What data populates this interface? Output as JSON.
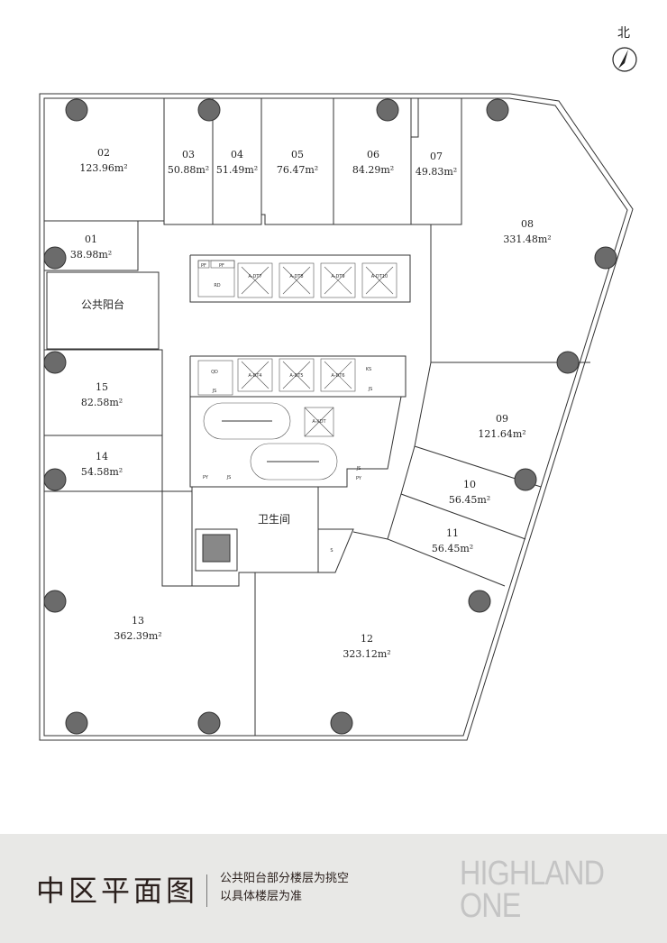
{
  "compass": {
    "label": "北"
  },
  "units": [
    {
      "id": "01",
      "area": "38.98m²"
    },
    {
      "id": "02",
      "area": "123.96m²"
    },
    {
      "id": "03",
      "area": "50.88m²"
    },
    {
      "id": "04",
      "area": "51.49m²"
    },
    {
      "id": "05",
      "area": "76.47m²"
    },
    {
      "id": "06",
      "area": "84.29m²"
    },
    {
      "id": "07",
      "area": "49.83m²"
    },
    {
      "id": "08",
      "area": "331.48m²"
    },
    {
      "id": "09",
      "area": "121.64m²"
    },
    {
      "id": "10",
      "area": "56.45m²"
    },
    {
      "id": "11",
      "area": "56.45m²"
    },
    {
      "id": "12",
      "area": "323.12m²"
    },
    {
      "id": "13",
      "area": "362.39m²"
    },
    {
      "id": "14",
      "area": "54.58m²"
    },
    {
      "id": "15",
      "area": "82.58m²"
    }
  ],
  "rooms": {
    "public_balcony": "公共阳台",
    "restroom": "卫生间"
  },
  "core_tags": {
    "pf1": "PF",
    "pf2": "PF",
    "rd": "RD",
    "qd": "QD",
    "ks": "KS",
    "js1": "JS",
    "js2": "JS",
    "js3": "JS",
    "js4": "JS",
    "py1": "PY",
    "py2": "PY",
    "s": "S",
    "dt7": "A-DT7",
    "dt8": "A-DT8",
    "dt9": "A-DT9",
    "dt10": "A-DT10",
    "dt4": "A-DT4",
    "dt5": "A-DT5",
    "dt6": "A-DT6",
    "xdt": "A-XDT"
  },
  "footer": {
    "title": "中区平面图",
    "note_line1": "公共阳台部分楼层为挑空",
    "note_line2": "以具体楼层为准",
    "logo_line1": "HIGHLAND",
    "logo_line2": "ONE"
  }
}
